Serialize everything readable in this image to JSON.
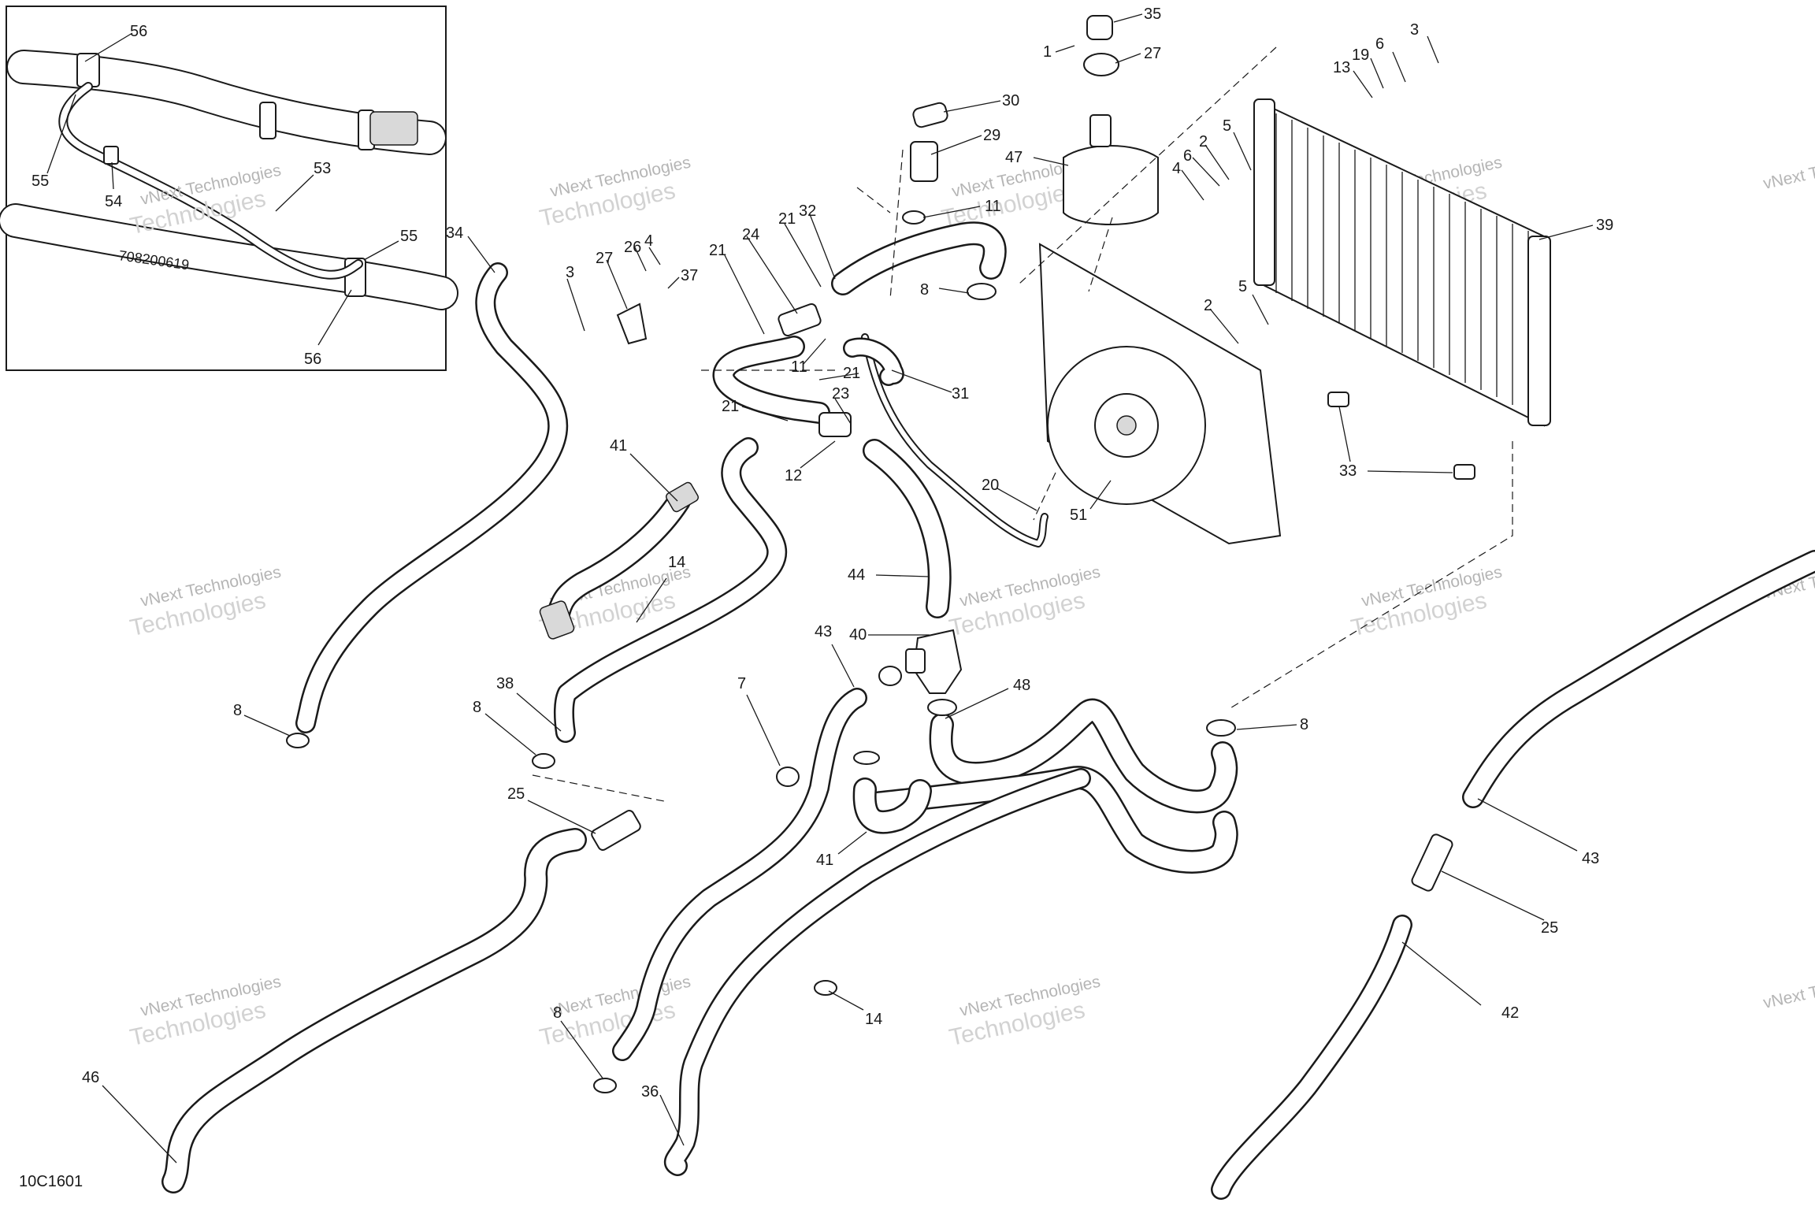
{
  "diagram_code": "10C1601",
  "watermark": {
    "line1": "vNext Technologies",
    "line2": "Technologies"
  },
  "inset": {
    "labels": [
      "56",
      "55",
      "54",
      "53",
      "55",
      "56"
    ],
    "part_stamp": "708200619"
  },
  "callouts": [
    {
      "id": "c35",
      "text": "35"
    },
    {
      "id": "c1",
      "text": "1"
    },
    {
      "id": "c27a",
      "text": "27"
    },
    {
      "id": "c3a",
      "text": "3"
    },
    {
      "id": "c6a",
      "text": "6"
    },
    {
      "id": "c19",
      "text": "19"
    },
    {
      "id": "c13",
      "text": "13"
    },
    {
      "id": "c30",
      "text": "30"
    },
    {
      "id": "c29",
      "text": "29"
    },
    {
      "id": "c47",
      "text": "47"
    },
    {
      "id": "c5a",
      "text": "5"
    },
    {
      "id": "c2a",
      "text": "2"
    },
    {
      "id": "c6b",
      "text": "6"
    },
    {
      "id": "c4a",
      "text": "4"
    },
    {
      "id": "c39",
      "text": "39"
    },
    {
      "id": "c11a",
      "text": "11"
    },
    {
      "id": "c32",
      "text": "32"
    },
    {
      "id": "c21a",
      "text": "21"
    },
    {
      "id": "c21b",
      "text": "21"
    },
    {
      "id": "c24",
      "text": "24"
    },
    {
      "id": "c27b",
      "text": "27"
    },
    {
      "id": "c26",
      "text": "26"
    },
    {
      "id": "c4b",
      "text": "4"
    },
    {
      "id": "c3b",
      "text": "3"
    },
    {
      "id": "c37",
      "text": "37"
    },
    {
      "id": "c8a",
      "text": "8"
    },
    {
      "id": "c34",
      "text": "34"
    },
    {
      "id": "c5b",
      "text": "5"
    },
    {
      "id": "c2b",
      "text": "2"
    },
    {
      "id": "c11b",
      "text": "11"
    },
    {
      "id": "c21c",
      "text": "21"
    },
    {
      "id": "c31",
      "text": "31"
    },
    {
      "id": "c21d",
      "text": "21"
    },
    {
      "id": "c23",
      "text": "23"
    },
    {
      "id": "c12",
      "text": "12"
    },
    {
      "id": "c33",
      "text": "33"
    },
    {
      "id": "c41a",
      "text": "41"
    },
    {
      "id": "c20",
      "text": "20"
    },
    {
      "id": "c51",
      "text": "51"
    },
    {
      "id": "c44",
      "text": "44"
    },
    {
      "id": "c14a",
      "text": "14"
    },
    {
      "id": "c43a",
      "text": "43"
    },
    {
      "id": "c40",
      "text": "40"
    },
    {
      "id": "c38",
      "text": "38"
    },
    {
      "id": "c7",
      "text": "7"
    },
    {
      "id": "c48",
      "text": "48"
    },
    {
      "id": "c8b",
      "text": "8"
    },
    {
      "id": "c8c",
      "text": "8"
    },
    {
      "id": "c8d",
      "text": "8"
    },
    {
      "id": "c25a",
      "text": "25"
    },
    {
      "id": "c41b",
      "text": "41"
    },
    {
      "id": "c43b",
      "text": "43"
    },
    {
      "id": "c25b",
      "text": "25"
    },
    {
      "id": "c14b",
      "text": "14"
    },
    {
      "id": "c8e",
      "text": "8"
    },
    {
      "id": "c42",
      "text": "42"
    },
    {
      "id": "c46",
      "text": "46"
    },
    {
      "id": "c36",
      "text": "36"
    }
  ]
}
